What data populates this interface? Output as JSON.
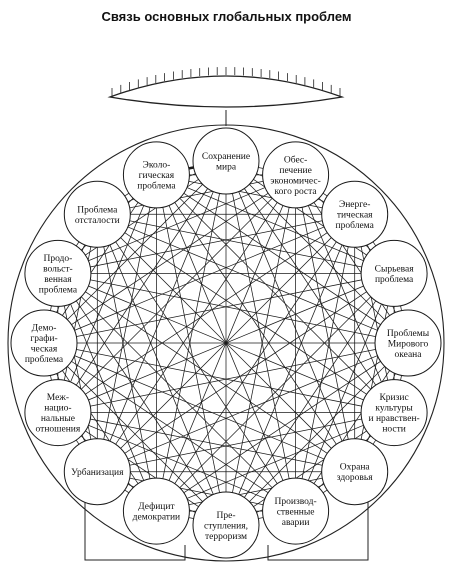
{
  "title": "Связь основных глобальных проблем",
  "nodes": [
    {
      "id": "mir",
      "lines": [
        "Сохранение",
        "мира"
      ]
    },
    {
      "id": "ekonom",
      "lines": [
        "Обес-",
        "печение",
        "экономичес-",
        "кого роста"
      ]
    },
    {
      "id": "energ",
      "lines": [
        "Энерге-",
        "тическая",
        "проблема"
      ]
    },
    {
      "id": "syr",
      "lines": [
        "Сырьевая",
        "проблема"
      ]
    },
    {
      "id": "okean",
      "lines": [
        "Проблемы",
        "Мирового",
        "океана"
      ]
    },
    {
      "id": "kultura",
      "lines": [
        "Кризис",
        "культуры",
        "и нравствен-",
        "ности"
      ]
    },
    {
      "id": "zdorov",
      "lines": [
        "Охрана",
        "здоровья"
      ]
    },
    {
      "id": "avarii",
      "lines": [
        "Производ-",
        "ственные",
        "аварии"
      ]
    },
    {
      "id": "terror",
      "lines": [
        "Пре-",
        "ступления,",
        "терроризм"
      ]
    },
    {
      "id": "demokr",
      "lines": [
        "Дефицит",
        "демократии"
      ]
    },
    {
      "id": "urban",
      "lines": [
        "Урбанизация"
      ]
    },
    {
      "id": "nacion",
      "lines": [
        "Меж-",
        "нацио-",
        "нальные",
        "отношения"
      ]
    },
    {
      "id": "demogr",
      "lines": [
        "Демо-",
        "графи-",
        "ческая",
        "проблема"
      ]
    },
    {
      "id": "prodov",
      "lines": [
        "Продо-",
        "вольст-",
        "венная",
        "проблема"
      ]
    },
    {
      "id": "otstal",
      "lines": [
        "Проблема",
        "отсталости"
      ]
    },
    {
      "id": "ekolog",
      "lines": [
        "Эколо-",
        "гическая",
        "проблема"
      ]
    }
  ],
  "emphasized_links": [
    [
      "mir",
      "ekolog"
    ]
  ]
}
